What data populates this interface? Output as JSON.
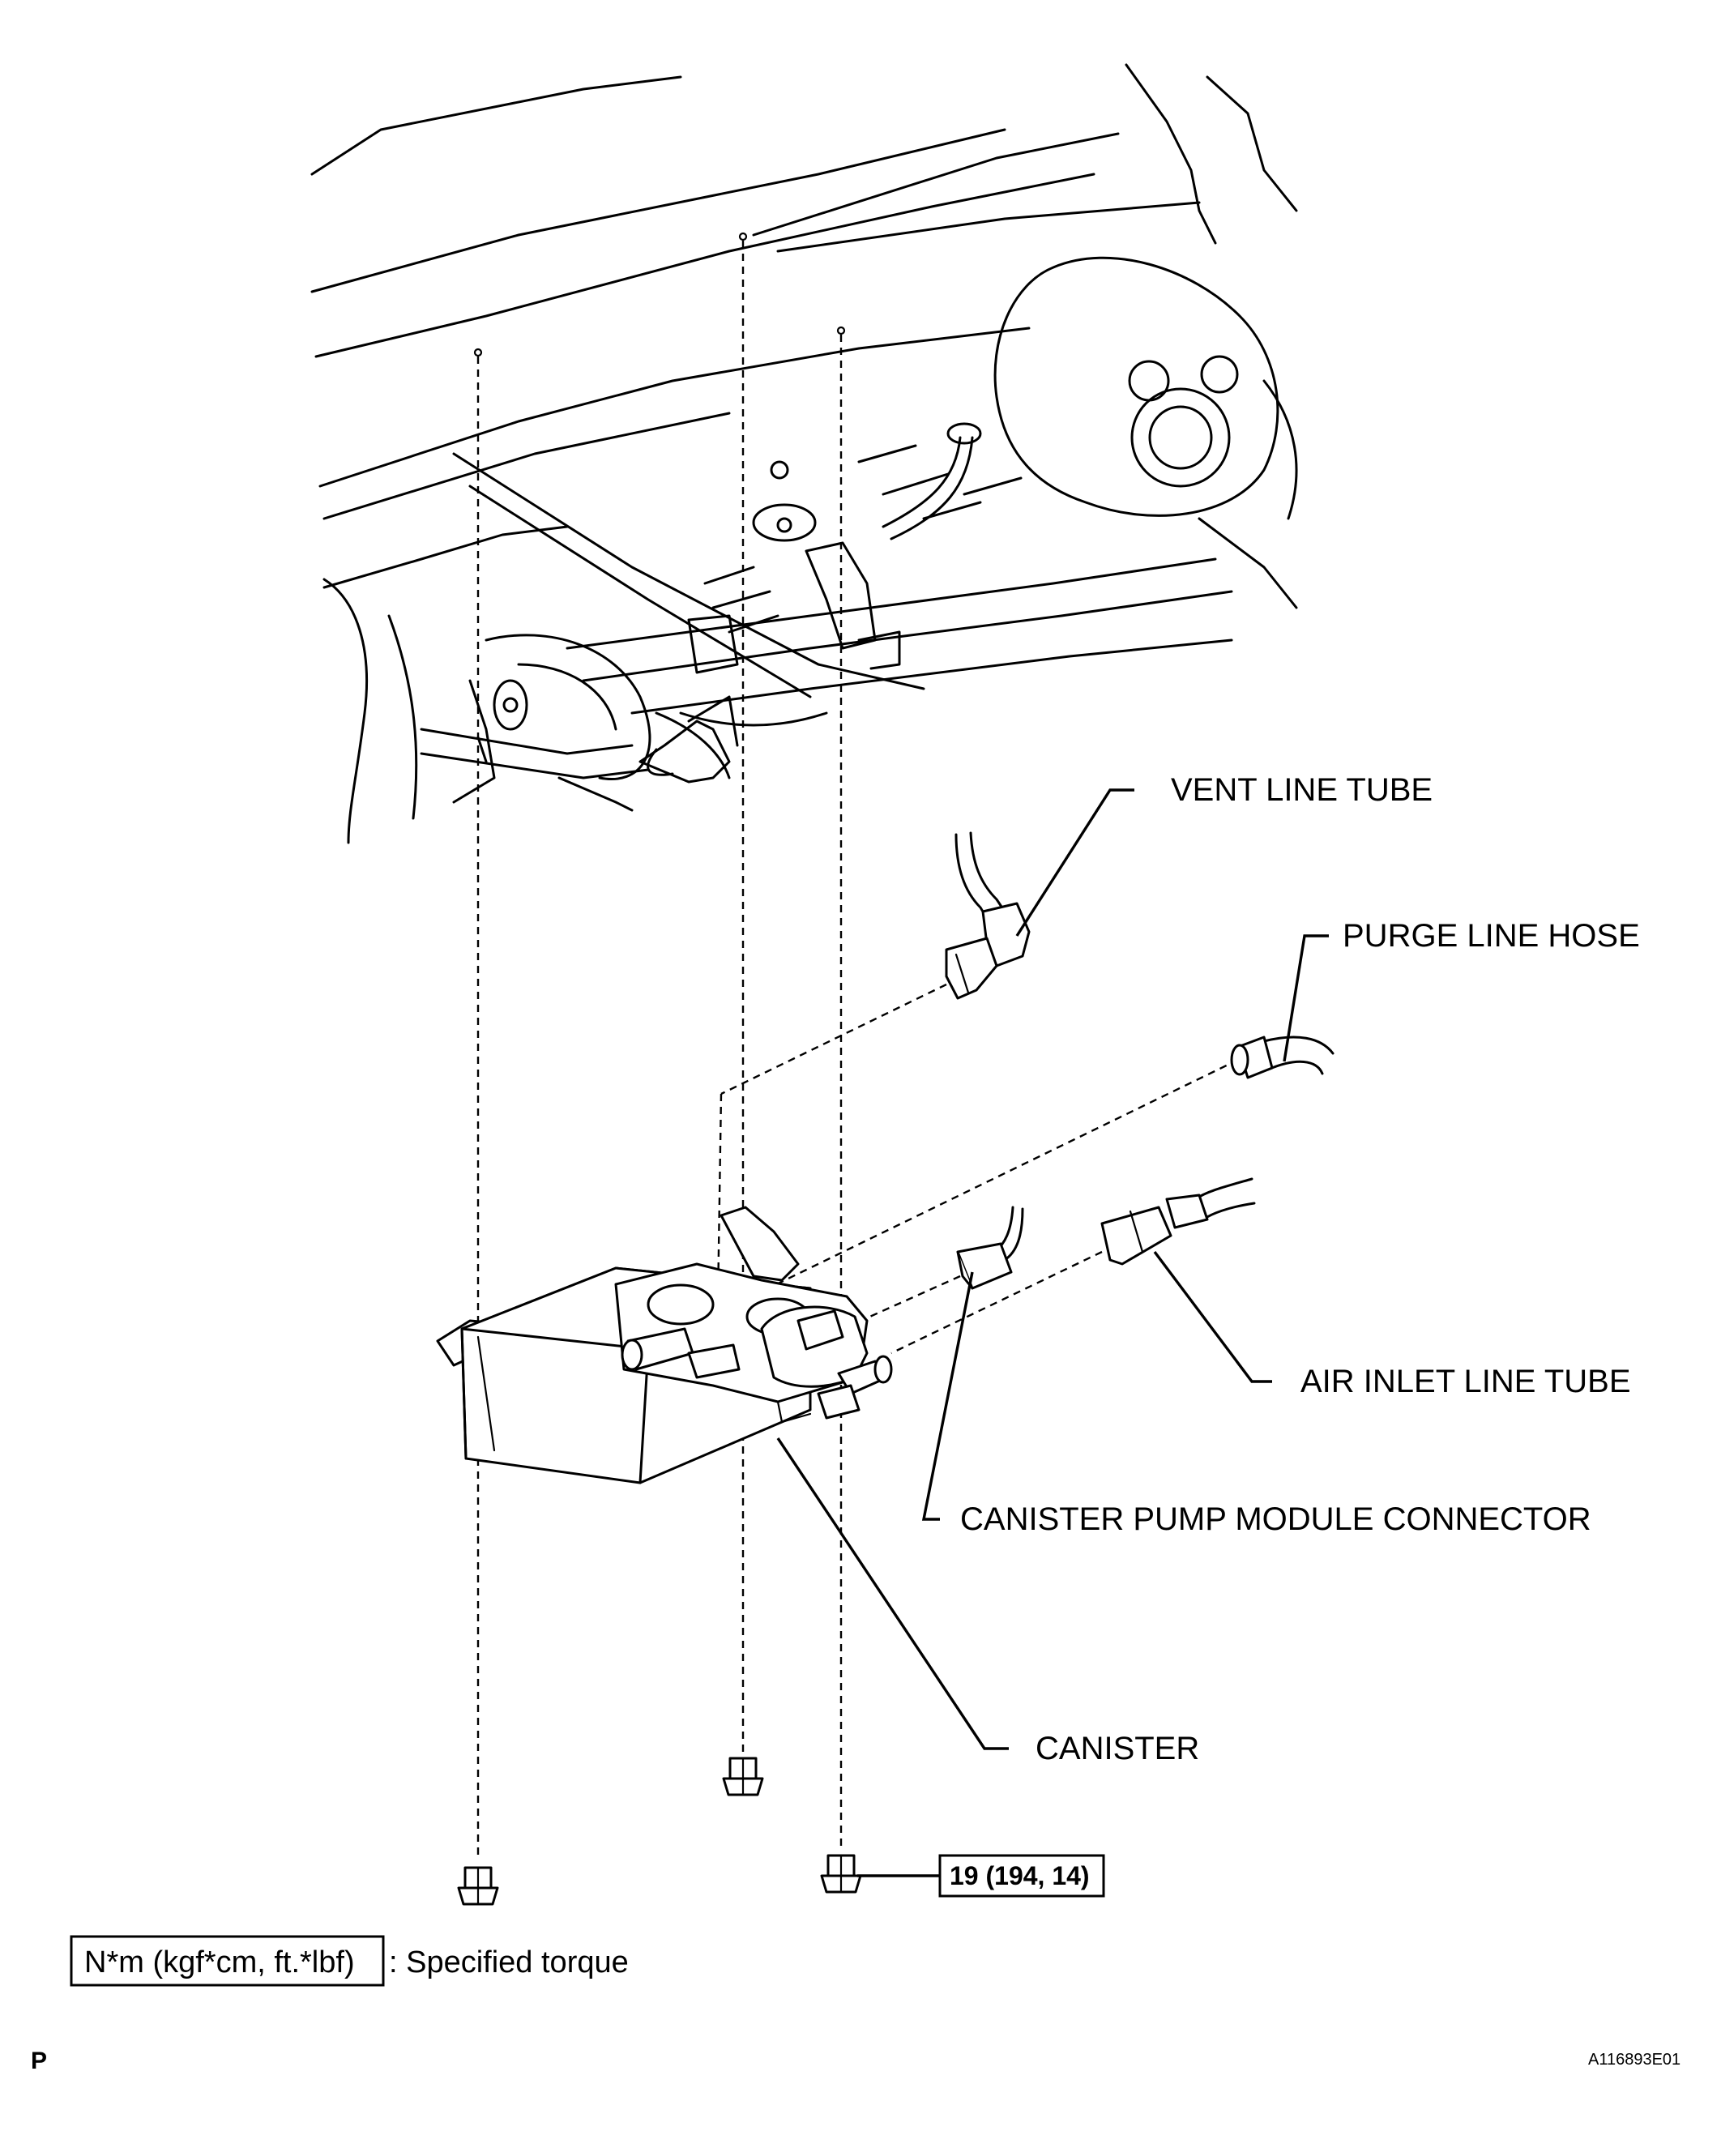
{
  "labels": {
    "vent_line_tube": "VENT LINE TUBE",
    "purge_line_hose": "PURGE LINE HOSE",
    "air_inlet_line_tube": "AIR INLET LINE TUBE",
    "canister_pump_module_connector": "CANISTER PUMP MODULE CONNECTOR",
    "canister": "CANISTER"
  },
  "torque": {
    "value": "19 (194, 14)"
  },
  "legend": {
    "units": "N*m (kgf*cm, ft.*lbf)",
    "description": ": Specified torque"
  },
  "corner_mark": "P",
  "figure_code": "A116893E01"
}
